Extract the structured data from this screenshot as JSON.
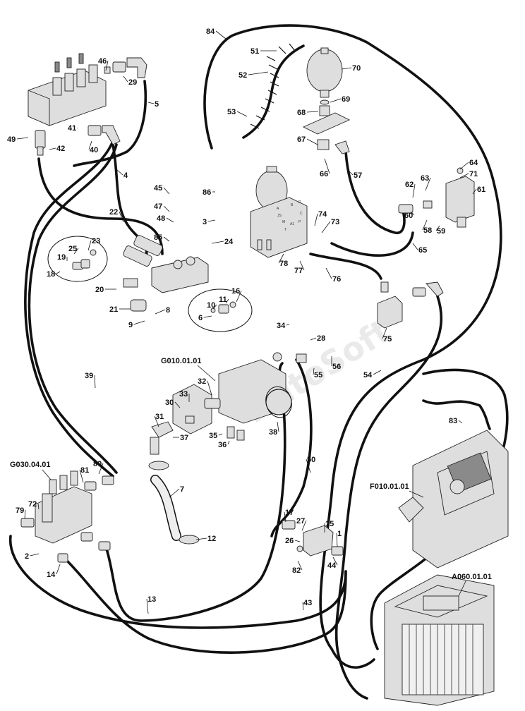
{
  "watermark": "AutoSoft",
  "colors": {
    "ink": "#111111",
    "part_fill": "#dedede",
    "background": "#ffffff",
    "watermark": "#e8e8e8"
  },
  "group_labels": [
    "G010.01.01",
    "G030.04.01",
    "F010.01.01",
    "A060.01.01"
  ],
  "valve_port_marks": [
    "A",
    "B",
    "JS",
    "M",
    "T",
    "A1",
    "D",
    "C",
    "P"
  ],
  "callouts": [
    "84",
    "51",
    "52",
    "53",
    "70",
    "69",
    "68",
    "67",
    "66",
    "57",
    "64",
    "71",
    "63",
    "61",
    "62",
    "60",
    "58",
    "59",
    "65",
    "74",
    "73",
    "78",
    "77",
    "76",
    "75",
    "56",
    "55",
    "28",
    "54",
    "83",
    "46",
    "29",
    "5",
    "49",
    "41",
    "40",
    "42",
    "4",
    "45",
    "47",
    "48",
    "85",
    "86",
    "3",
    "24",
    "22",
    "23",
    "25",
    "19",
    "18",
    "20",
    "21",
    "9",
    "8",
    "10",
    "11",
    "16",
    "6",
    "34",
    "39",
    "32",
    "33",
    "30",
    "31",
    "37",
    "38",
    "35",
    "36",
    "7",
    "12",
    "50",
    "81",
    "80",
    "72",
    "79",
    "2",
    "14",
    "13",
    "17",
    "27",
    "15",
    "26",
    "1",
    "82",
    "44",
    "43"
  ]
}
